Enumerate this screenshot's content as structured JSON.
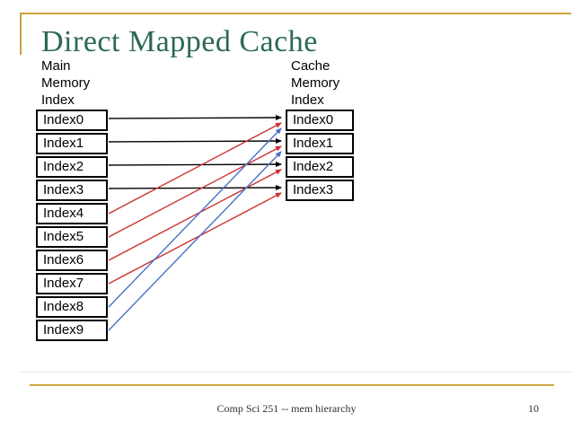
{
  "slide": {
    "title": "Direct Mapped Cache",
    "footer": "Comp Sci 251 -- mem hierarchy",
    "page_number": "10"
  },
  "diagram": {
    "main_memory": {
      "label_lines": [
        "Main",
        "Memory",
        "Index"
      ],
      "rows": [
        "Index0",
        "Index1",
        "Index2",
        "Index3",
        "Index4",
        "Index5",
        "Index6",
        "Index7",
        "Index8",
        "Index9"
      ]
    },
    "cache_memory": {
      "label_lines": [
        "Cache",
        "Memory",
        "Index"
      ],
      "rows": [
        "Index0",
        "Index1",
        "Index2",
        "Index3"
      ]
    },
    "mappings": [
      {
        "from_index": 0,
        "to_index": 0,
        "type": "direct"
      },
      {
        "from_index": 1,
        "to_index": 1,
        "type": "direct"
      },
      {
        "from_index": 2,
        "to_index": 2,
        "type": "direct"
      },
      {
        "from_index": 3,
        "to_index": 3,
        "type": "direct"
      },
      {
        "from_index": 4,
        "to_index": 0,
        "type": "wrap1"
      },
      {
        "from_index": 5,
        "to_index": 1,
        "type": "wrap1"
      },
      {
        "from_index": 6,
        "to_index": 2,
        "type": "wrap1"
      },
      {
        "from_index": 7,
        "to_index": 3,
        "type": "wrap1"
      },
      {
        "from_index": 8,
        "to_index": 0,
        "type": "wrap2"
      },
      {
        "from_index": 9,
        "to_index": 1,
        "type": "wrap2"
      }
    ],
    "arrow_colors": {
      "direct": "#000000",
      "wrap1": "#CC3333",
      "wrap2": "#4472C4"
    }
  },
  "theme": {
    "title_color": "#2D6A4F",
    "accent_gold": "#C9A43C",
    "footer_gold": "#D2A73E"
  }
}
